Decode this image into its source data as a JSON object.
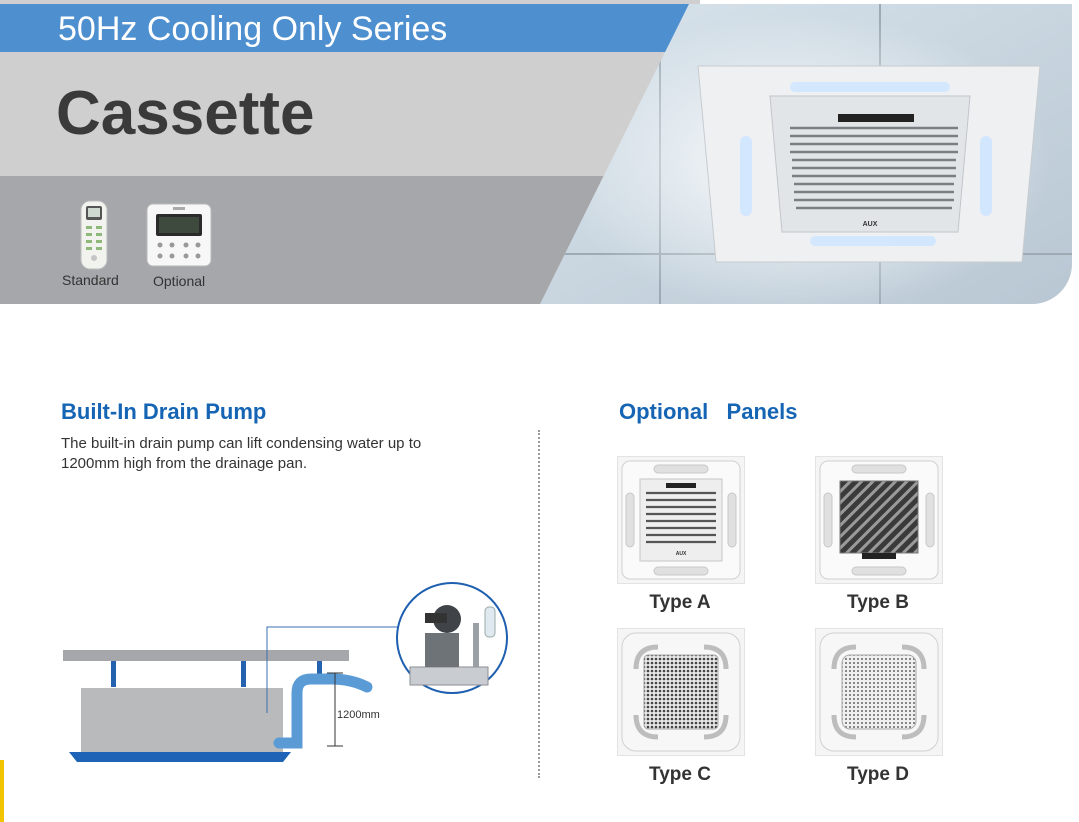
{
  "header": {
    "series_title": "50Hz Cooling Only Series",
    "product_title": "Cassette"
  },
  "controllers": {
    "standard_label": "Standard",
    "optional_label": "Optional"
  },
  "photo": {
    "brand_mark": "AUX"
  },
  "drain_pump": {
    "title": "Built-In Drain Pump",
    "description": "The built-in drain pump can lift condensing water up to 1200mm high from the drainage pan.",
    "height_label": "1200mm"
  },
  "panels": {
    "title": "Optional   Panels",
    "items": [
      {
        "label": "Type A",
        "brand_mark": "AUX"
      },
      {
        "label": "Type B"
      },
      {
        "label": "Type C"
      },
      {
        "label": "Type D"
      }
    ]
  },
  "colors": {
    "accent_blue": "#4d8fcf",
    "heading_blue": "#1565b4",
    "pipe_blue": "#5b9bd5",
    "tray_blue": "#1e63b5"
  }
}
